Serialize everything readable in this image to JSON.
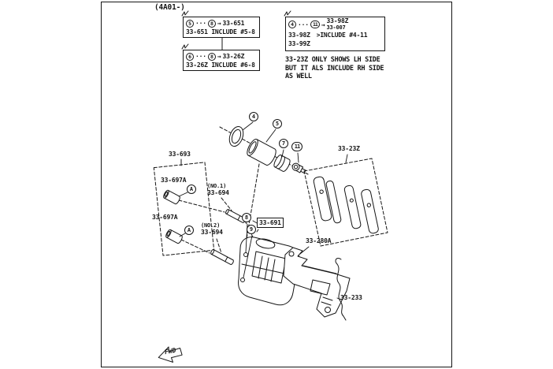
{
  "header": {
    "model_code": "(4A01-)"
  },
  "legend": {
    "box1": {
      "start": "5",
      "dots": "···",
      "end": "8",
      "arrow": "→",
      "target": "33-651",
      "note": "33-651 INCLUDE #5-8"
    },
    "box2": {
      "start": "6",
      "dots": "···",
      "end": "8",
      "arrow": "→",
      "target": "33-26Z",
      "note": "33-26Z INCLUDE #6-8"
    },
    "box3": {
      "start": "4",
      "dots": "···",
      "end": "11",
      "arrow": "→",
      "target": "33-98Z",
      "target_alt": "33-007",
      "row2_code": "33-98Z",
      "row2_note": ">INCLUDE #4-11",
      "row3_code": "33-99Z"
    }
  },
  "side_note": {
    "lines": [
      "33-23Z ONLY SHOWS LH SIDE",
      "BUT IT ALS INCLUDE RH SIDE",
      "AS WELL"
    ]
  },
  "callouts": {
    "n4": "4",
    "n5": "5",
    "n7": "7",
    "n8": "8",
    "n9": "9",
    "n11": "11",
    "letter_a": "A"
  },
  "part_labels": {
    "carrier_group": "33-693",
    "bushing_upper": "33-697A",
    "bushing_lower": "33-697A",
    "pin1_prefix": "(NO.1)",
    "pin1_code": "33-694",
    "pin2_prefix": "(NO.2)",
    "pin2_code": "33-694",
    "bolt_set": "33-691",
    "pad_set": "33-23Z",
    "mounting_support": "33-280A",
    "wear_indicator": "33-233"
  },
  "direction": {
    "label": "FWD"
  }
}
